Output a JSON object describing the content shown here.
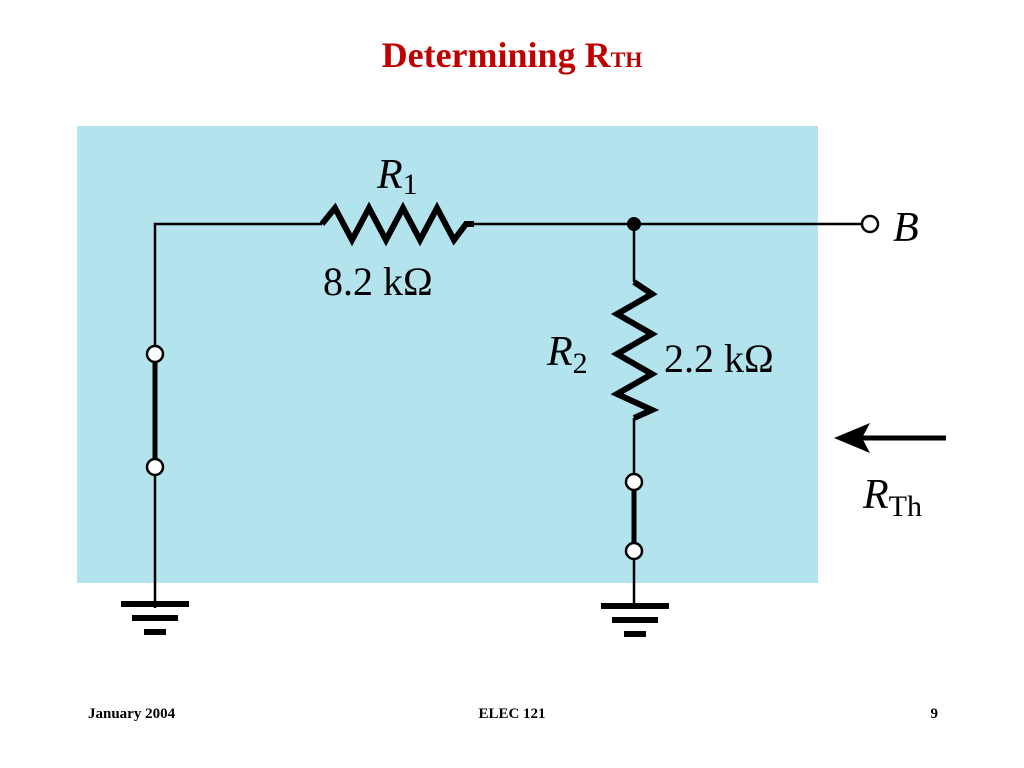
{
  "slide": {
    "title_main": "Determining R",
    "title_sub": "TH"
  },
  "circuit": {
    "background_color": "#b3e3ed",
    "r1": {
      "symbol": "R",
      "subscript": "1",
      "value": "8.2 kΩ"
    },
    "r2": {
      "symbol": "R",
      "subscript": "2",
      "value": "2.2 kΩ"
    },
    "node_label": "B",
    "rth": {
      "symbol": "R",
      "subscript": "Th"
    }
  },
  "footer": {
    "date": "January 2004",
    "course": "ELEC 121",
    "page": "9"
  }
}
